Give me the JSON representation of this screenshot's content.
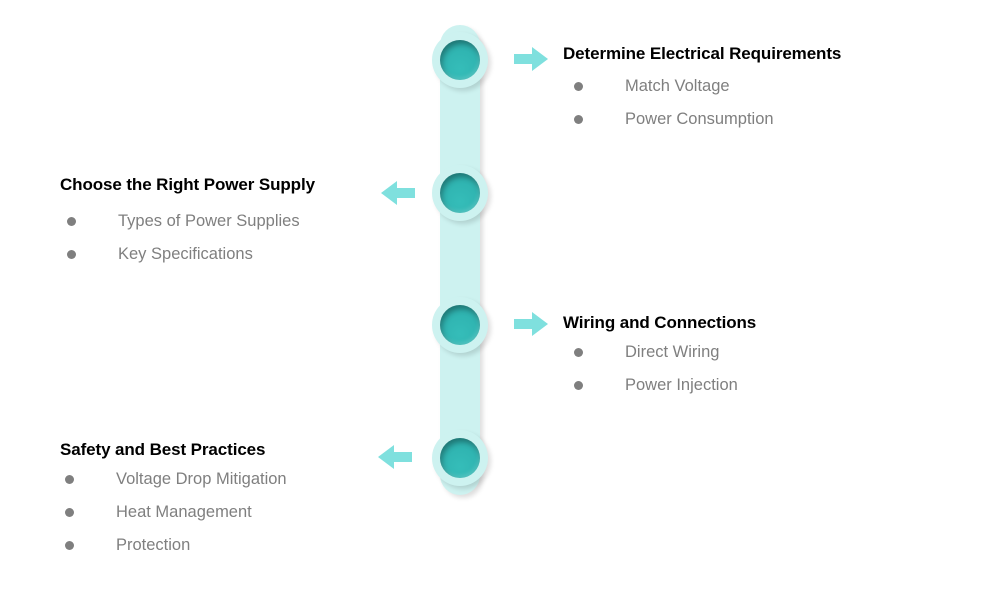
{
  "diagram": {
    "type": "vertical-timeline",
    "colors": {
      "node_teal": "#2fb3b0",
      "spine_mint": "#cdf2f0",
      "arrow_turquoise": "#7fe0de",
      "heading_text": "#000000",
      "bullet_text": "#7f7f7f",
      "bullet_dot": "#7f7f7f",
      "background": "#ffffff"
    },
    "node_count": 4,
    "steps": [
      {
        "index": 1,
        "side": "right",
        "arrow": "arrow-right-icon",
        "title": "Determine Electrical Requirements",
        "bullets": [
          "Match Voltage",
          "Power Consumption"
        ]
      },
      {
        "index": 2,
        "side": "left",
        "arrow": "arrow-left-icon",
        "title": "Choose the Right Power Supply",
        "bullets": [
          "Types of Power Supplies",
          "Key Specifications"
        ]
      },
      {
        "index": 3,
        "side": "right",
        "arrow": "arrow-right-icon",
        "title": "Wiring and Connections",
        "bullets": [
          "Direct Wiring",
          "Power Injection"
        ]
      },
      {
        "index": 4,
        "side": "left",
        "arrow": "arrow-left-icon",
        "title": "Safety and Best Practices",
        "bullets": [
          "Voltage Drop Mitigation",
          "Heat Management",
          "Protection"
        ]
      }
    ]
  }
}
